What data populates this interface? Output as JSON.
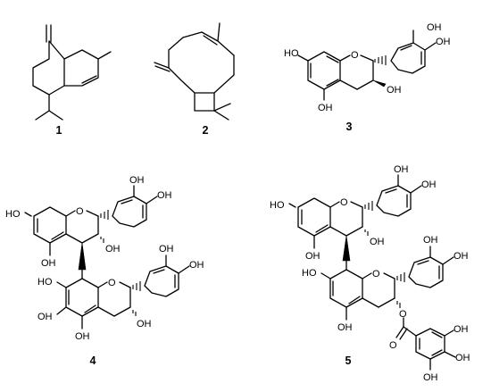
{
  "figure": {
    "compounds": [
      {
        "id": "c1",
        "number": "1",
        "atoms": []
      },
      {
        "id": "c2",
        "number": "2",
        "atoms": []
      },
      {
        "id": "c3",
        "number": "3",
        "atoms": [
          "OH",
          "OH",
          "HO",
          "O",
          "OH",
          "OH"
        ]
      },
      {
        "id": "c4",
        "number": "4",
        "atoms": [
          "OH",
          "OH",
          "HO",
          "O",
          "OH",
          "OH",
          "OH",
          "OH",
          "HO",
          "O",
          "OH",
          "OH"
        ]
      },
      {
        "id": "c5",
        "number": "5",
        "atoms": [
          "OH",
          "OH",
          "HO",
          "O",
          "OH",
          "OH",
          "OH",
          "OH",
          "HO",
          "O",
          "O",
          "OH",
          "O",
          "OH",
          "OH",
          "OH"
        ]
      }
    ]
  }
}
